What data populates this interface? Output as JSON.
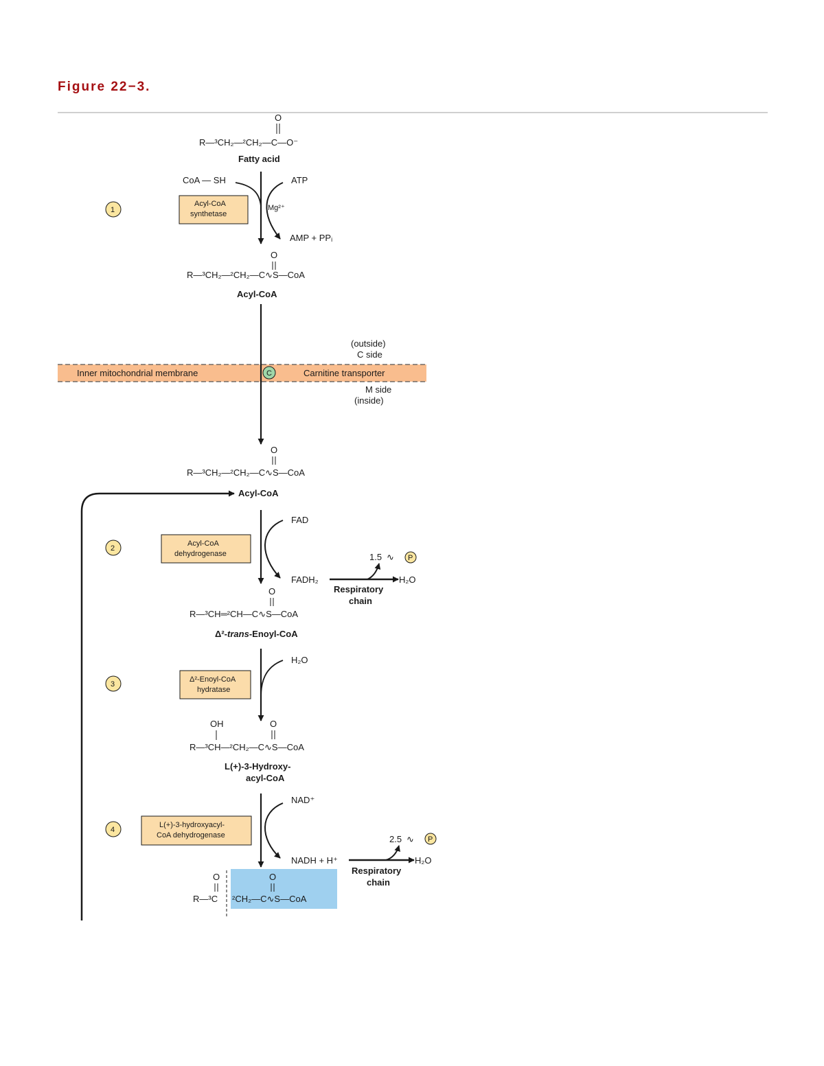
{
  "figure_title": "Figure 22−3.",
  "structures": {
    "fatty_acid": {
      "formula": "R—³CH₂—²CH₂—C—O⁻",
      "oxygen": "O",
      "name": "Fatty acid"
    },
    "acyl_coa_1": {
      "formula": "R—³CH₂—²CH₂—C∿S—CoA",
      "oxygen": "O",
      "name": "Acyl-CoA"
    },
    "acyl_coa_2": {
      "formula": "R—³CH₂—²CH₂—C∿S—CoA",
      "oxygen": "O",
      "name": "Acyl-CoA"
    },
    "enoyl_coa": {
      "formula": "R—³CH═²CH—C∿S—CoA",
      "oxygen": "O",
      "name_prefix": "Δ²-",
      "name_italic": "trans",
      "name_suffix": "-Enoyl-CoA"
    },
    "hydroxyacyl_coa": {
      "formula": "R—³CH—²CH₂—C∿S—CoA",
      "oxygen": "O",
      "hydroxyl": "OH",
      "name_line1": "L(+)-3-Hydroxy-",
      "name_line2": "acyl-CoA"
    },
    "ketoacyl_coa": {
      "formula_left": "R—³C",
      "formula_right": "²CH₂—C∿S—CoA",
      "oxygen": "O",
      "oxygen2": "O"
    }
  },
  "steps": [
    {
      "number": "1",
      "enzyme_line1": "Acyl-CoA",
      "enzyme_line2": "synthetase",
      "left_input": "CoA — SH",
      "right_input": "ATP",
      "cofactor": "Mg²⁺",
      "output": "AMP + PPᵢ"
    },
    {
      "number": "2",
      "enzyme_line1": "Acyl-CoA",
      "enzyme_line2": "dehydrogenase",
      "input": "FAD",
      "output": "FADH₂"
    },
    {
      "number": "3",
      "enzyme_line1": "Δ²-Enoyl-CoA",
      "enzyme_line2": "hydratase",
      "input": "H₂O"
    },
    {
      "number": "4",
      "enzyme_line1": "L(+)-3-hydroxyacyl-",
      "enzyme_line2": "CoA dehydrogenase",
      "input": "NAD⁺",
      "output": "NADH + H⁺"
    }
  ],
  "membrane": {
    "label": "Inner mitochondrial membrane",
    "transporter": "Carnitine transporter",
    "carnitine_symbol": "C",
    "outside_line1": "(outside)",
    "outside_line2": "C side",
    "inside_line1": "M side",
    "inside_line2": "(inside)"
  },
  "respiratory_chain": [
    {
      "label_line1": "Respiratory",
      "label_line2": "chain",
      "yield": "1.5",
      "phosphate": "P",
      "product": "H₂O"
    },
    {
      "label_line1": "Respiratory",
      "label_line2": "chain",
      "yield": "2.5",
      "phosphate": "P",
      "product": "H₂O"
    }
  ],
  "colors": {
    "title": "#a50f12",
    "enzyme_box_fill": "#fbdcaa",
    "membrane_fill": "#f9bd8e",
    "step_circle_fill": "#fbe6a0",
    "carnitine_fill": "#9ed6a8",
    "highlight_fill": "#9fd0ef"
  }
}
